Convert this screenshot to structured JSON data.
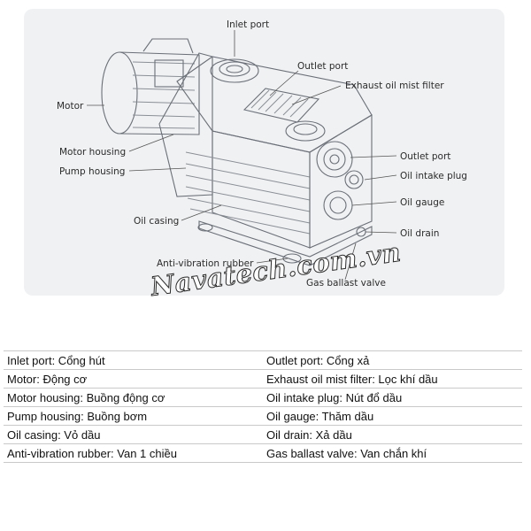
{
  "diagram": {
    "labels": {
      "inlet_port": "Inlet port",
      "outlet_port_top": "Outlet port",
      "exhaust_filter": "Exhaust oil mist filter",
      "motor": "Motor",
      "motor_housing": "Motor housing",
      "pump_housing": "Pump housing",
      "outlet_port_right": "Outlet port",
      "oil_intake_plug": "Oil intake plug",
      "oil_gauge": "Oil gauge",
      "oil_casing": "Oil casing",
      "oil_drain": "Oil drain",
      "anti_vibration": "Anti-vibration rubber",
      "gas_ballast": "Gas ballast valve"
    },
    "watermark": "Navatech.com.vn"
  },
  "legend": {
    "rows": [
      [
        "Inlet port: Cổng hút",
        "Outlet port: Cổng xả"
      ],
      [
        "Motor: Động cơ",
        "Exhaust oil mist filter: Lọc khí dầu"
      ],
      [
        "Motor housing: Buồng động cơ",
        "Oil intake plug: Nút đổ dầu"
      ],
      [
        "Pump housing: Buồng bơm",
        "Oil gauge: Thăm dầu"
      ],
      [
        "Oil casing: Vỏ dầu",
        "Oil drain: Xả dầu"
      ],
      [
        "Anti-vibration rubber: Van 1 chiều",
        "Gas ballast valve: Van chắn khí"
      ]
    ]
  }
}
